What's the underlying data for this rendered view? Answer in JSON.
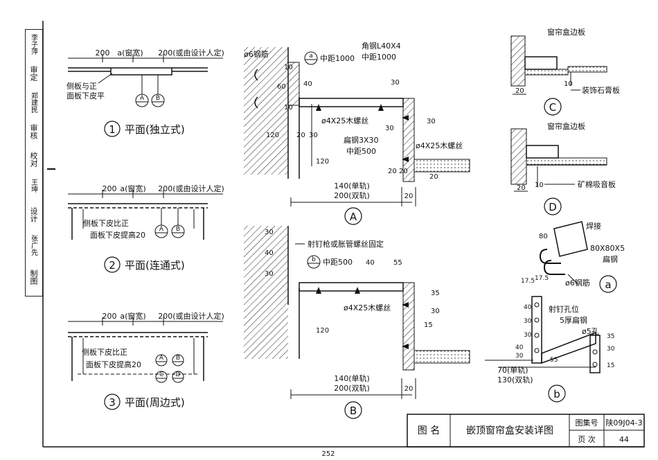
{
  "sidebar": {
    "roles": [
      "审定",
      "审核",
      "校对",
      "设计",
      "制图"
    ],
    "names": [
      "李子萍",
      "郑建民",
      "王坤",
      "张广先"
    ]
  },
  "plans": [
    {
      "num": "1",
      "title": "平面(独立式)",
      "dims": [
        "200",
        "a(窗宽)",
        "200(或由设计人定)"
      ],
      "note": [
        "侧板与正",
        "面板下皮平"
      ],
      "markers": [
        "A",
        "B"
      ]
    },
    {
      "num": "2",
      "title": "平面(连通式)",
      "dims": [
        "200",
        "a(窗宽)",
        "200(或由设计人定)"
      ],
      "note": [
        "侧板下皮比正",
        "面板下皮提高20"
      ],
      "markers": [
        "A",
        "B"
      ]
    },
    {
      "num": "3",
      "title": "平面(周边式)",
      "dims": [
        "200",
        "a(窗宽)",
        "200(或由设计人定)"
      ],
      "note": [
        "侧板下皮比正",
        "面板下皮提高20"
      ],
      "markers": [
        "A",
        "B",
        "C",
        "D"
      ]
    }
  ],
  "detailA": {
    "label": "A",
    "texts": [
      "ø6钢筋",
      "角钢L40X4",
      "中距1000",
      "中距1000",
      "ø4X25木螺丝",
      "扁钢3X30",
      "中距500",
      "ø4X25木螺丝"
    ],
    "marker": "a",
    "dims": [
      "10",
      "60",
      "10",
      "40",
      "30",
      "120",
      "20",
      "30",
      "30",
      "120",
      "30",
      "20",
      "20",
      "20",
      "140(单轨)",
      "200(双轨)",
      "20"
    ]
  },
  "detailB": {
    "label": "B",
    "texts": [
      "射钉枪或胀管螺丝固定",
      "中距500",
      "ø4X25木螺丝"
    ],
    "marker": "b",
    "dims": [
      "30",
      "40",
      "30",
      "40",
      "55",
      "35",
      "15",
      "30",
      "120",
      "140(单轨)",
      "200(双轨)",
      "20"
    ]
  },
  "detailC": {
    "label": "C",
    "texts": [
      "窗帘盒边板",
      "装饰石膏板"
    ],
    "dims": [
      "20",
      "10"
    ]
  },
  "detailD": {
    "label": "D",
    "texts": [
      "窗帘盒边板",
      "矿棉吸音板"
    ],
    "dims": [
      "20",
      "10"
    ]
  },
  "detailSmallA": {
    "label": "a",
    "texts": [
      "焊接",
      "80X80X5",
      "扁钢",
      "ø6钢筋"
    ],
    "dims": [
      "80",
      "17.5",
      "17.5"
    ]
  },
  "detailSmallB": {
    "label": "b",
    "texts": [
      "射钉孔位",
      "5厚扁钢",
      "ø5孔",
      "70(单轨)",
      "130(双轨)"
    ],
    "dims": [
      "40",
      "30",
      "30",
      "40",
      "30",
      "55",
      "15",
      "30",
      "35"
    ]
  },
  "titleBlock": {
    "name_label": "图 名",
    "title": "嵌顶窗帘盒安装详图",
    "atlas_label": "图集号",
    "atlas_value": "陕09J04-3",
    "page_label": "页 次",
    "page_value": "44"
  },
  "page_number": "252"
}
